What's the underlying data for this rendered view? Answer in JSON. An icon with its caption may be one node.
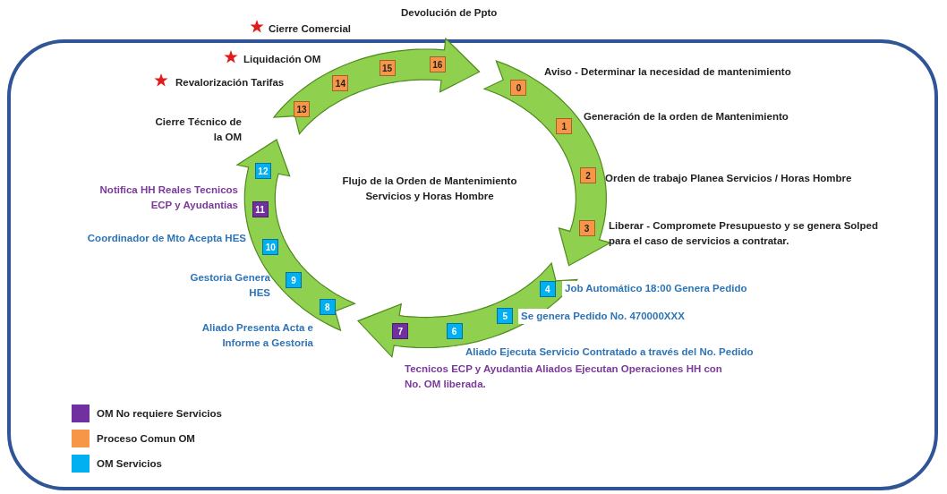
{
  "diagram": {
    "title": "Flujo de la Orden de Mantenimiento Servicios y Horas Hombre",
    "nodes": [
      {
        "text": [],
        "shape": "arrow"
      },
      {
        "text": [
          "13"
        ],
        "in": 0,
        "beside": [
          "Revalorización Tarifas"
        ]
      },
      {
        "text": [
          "14"
        ],
        "in": 0,
        "beside": [
          "Liquidación OM"
        ]
      },
      {
        "text": [
          "15"
        ],
        "in": 0,
        "beside": [
          "Cierre Comercial"
        ]
      },
      {
        "text": [
          "16"
        ],
        "in": 0,
        "beside": [
          "Devolución de Ppto"
        ]
      },
      {
        "text": [],
        "shape": "arrow"
      },
      {
        "text": [
          "0"
        ],
        "in": 5,
        "beside": [
          "Aviso - Determinar la necesidad de mantenimiento"
        ]
      },
      {
        "text": [
          "1"
        ],
        "in": 5,
        "beside": [
          "Generación de la orden de Mantenimiento"
        ]
      },
      {
        "text": [
          "2"
        ],
        "in": 5,
        "beside": [
          "Orden de trabajo Planea Servicios / Horas Hombre"
        ]
      },
      {
        "text": [
          "3"
        ],
        "in": 5,
        "beside": [
          "Liberar - Compromete Presupuesto y se genera Solped para el caso de servicios a contratar."
        ]
      },
      {
        "text": [],
        "shape": "arrow"
      },
      {
        "text": [
          "4"
        ],
        "in": 10,
        "beside": [
          "Job Automático 18:00 Genera Pedido"
        ]
      },
      {
        "text": [
          "5"
        ],
        "in": 10,
        "beside": [
          "Se genera Pedido No. 470000XXX"
        ]
      },
      {
        "text": [
          "6"
        ],
        "in": 10,
        "beside": [
          "Aliado Ejecuta Servicio Contratado a través del No. Pedido"
        ]
      },
      {
        "text": [
          "7"
        ],
        "in": 10,
        "beside": [
          "Tecnicos ECP y Ayudantia Aliados Ejecutan Operaciones HH con No. OM liberada."
        ]
      },
      {
        "text": [],
        "shape": "arrow"
      },
      {
        "text": [
          "8"
        ],
        "in": 15,
        "beside": [
          "Aliado Presenta Acta e Informe a Gestoria"
        ]
      },
      {
        "text": [
          "9"
        ],
        "in": 15,
        "beside": [
          "Gestoria Genera HES"
        ]
      },
      {
        "text": [
          "10"
        ],
        "in": 15,
        "beside": [
          "Coordinador de Mto Acepta HES"
        ]
      },
      {
        "text": [
          "11"
        ],
        "in": 15,
        "beside": [
          "Notifica HH Reales Tecnicos ECP y Ayudantias"
        ]
      },
      {
        "text": [
          "12"
        ],
        "in": 15,
        "beside": [
          "Cierre Técnico de la OM"
        ]
      }
    ],
    "legend": [
      {
        "text": "OM No requiere Servicios",
        "color": "#7030a0"
      },
      {
        "text": "Proceso Comun OM",
        "color": "#f79646"
      },
      {
        "text": "OM Servicios",
        "color": "#00b0f0"
      }
    ]
  }
}
